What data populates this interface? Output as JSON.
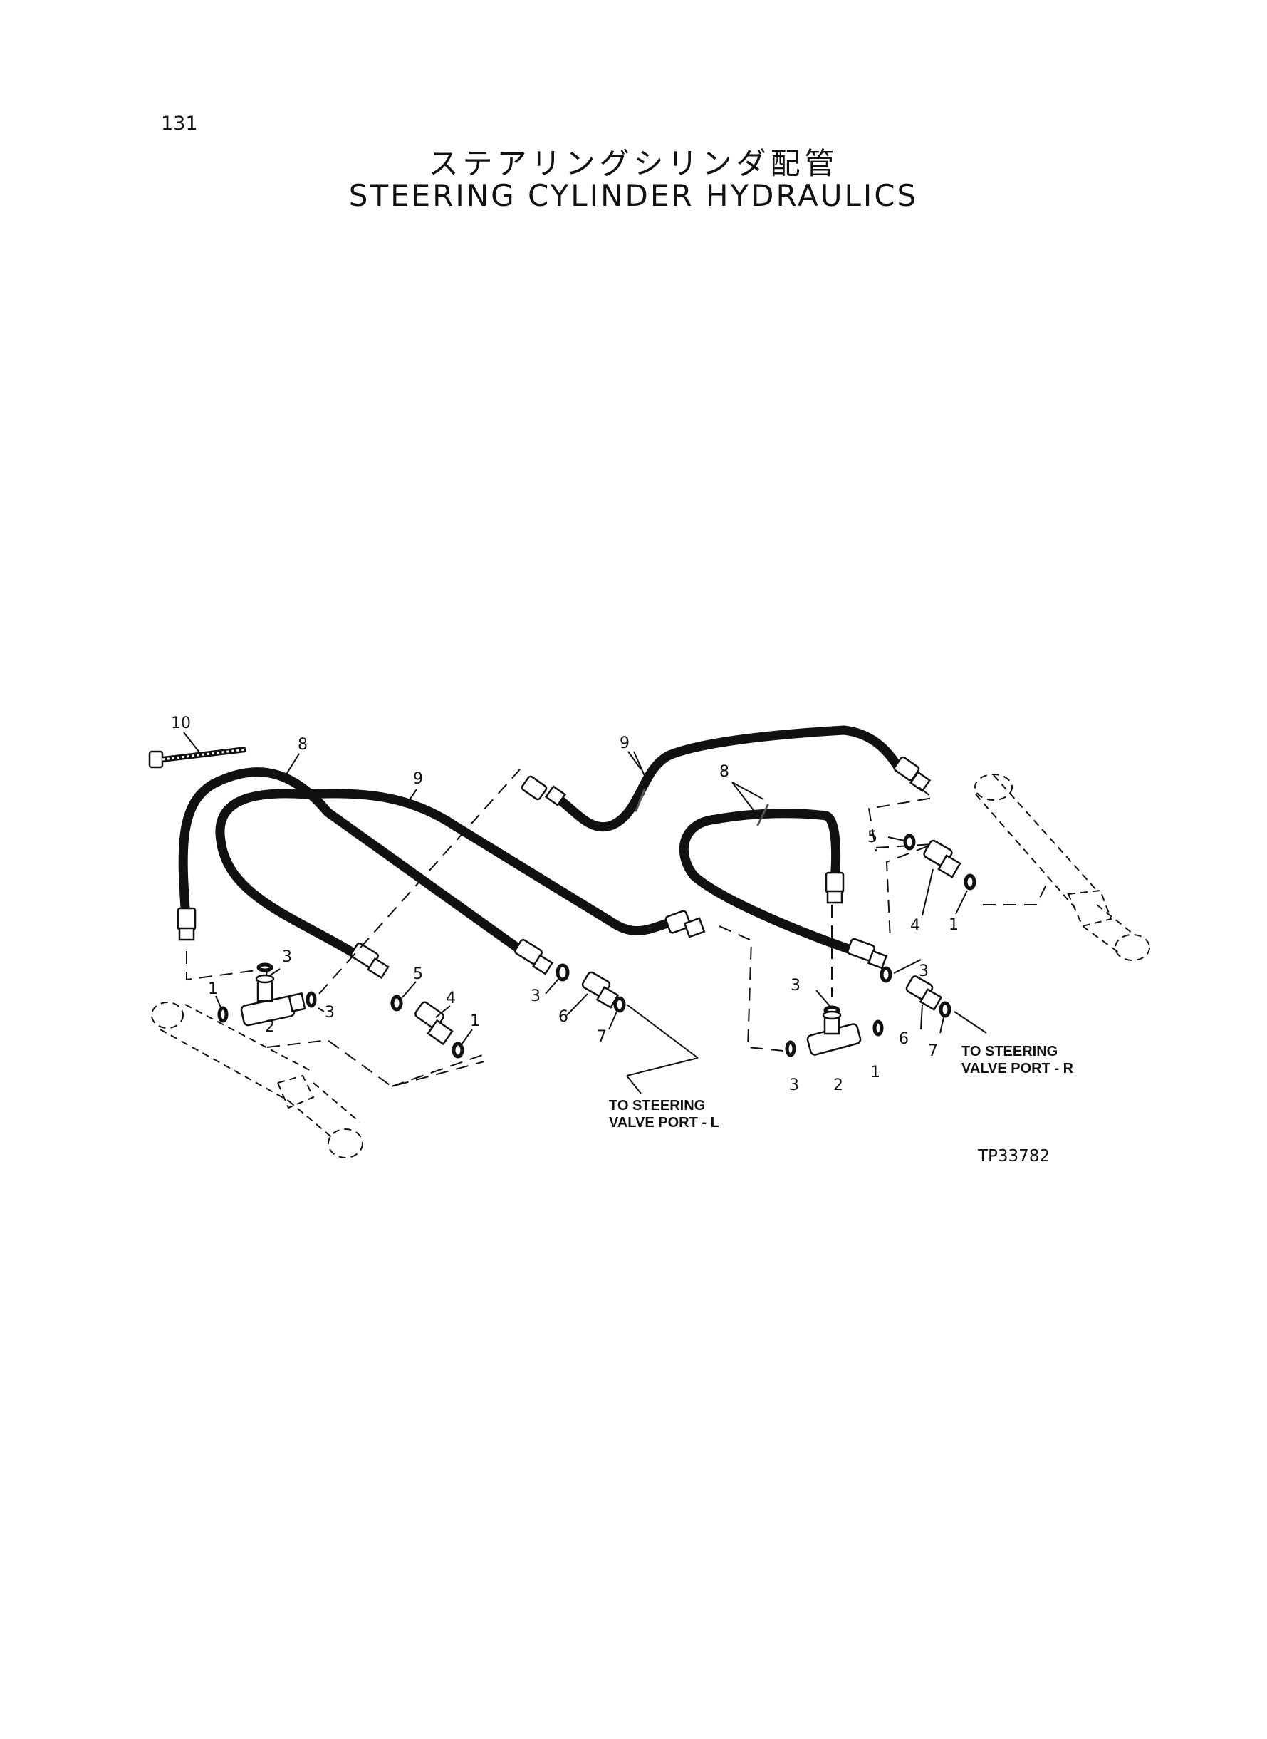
{
  "page_number": "131",
  "title_japanese": "ステアリングシリンダ配管",
  "title_english": "STEERING CYLINDER HYDRAULICS",
  "callouts": {
    "c10": "10",
    "c8a": "8",
    "c9a": "9",
    "c9b": "9",
    "c8b": "8",
    "c5r": "5",
    "c4r": "4",
    "c1r": "1",
    "c3r": "3",
    "c3t": "3",
    "c6r": "6",
    "c7r": "7",
    "c3rb": "3",
    "c2r": "2",
    "c1rb": "1",
    "c3l": "3",
    "c1l": "1",
    "c2l": "2",
    "c3lb": "3",
    "c5l": "5",
    "c4l": "4",
    "c1lb": "1",
    "c3m": "3",
    "c6m": "6",
    "c7m": "7"
  },
  "notes": {
    "left_line1": "TO STEERING",
    "left_line2": "VALVE PORT - L",
    "right_line1": "TO STEERING",
    "right_line2": "VALVE PORT - R"
  },
  "figure_ref": "TP33782"
}
